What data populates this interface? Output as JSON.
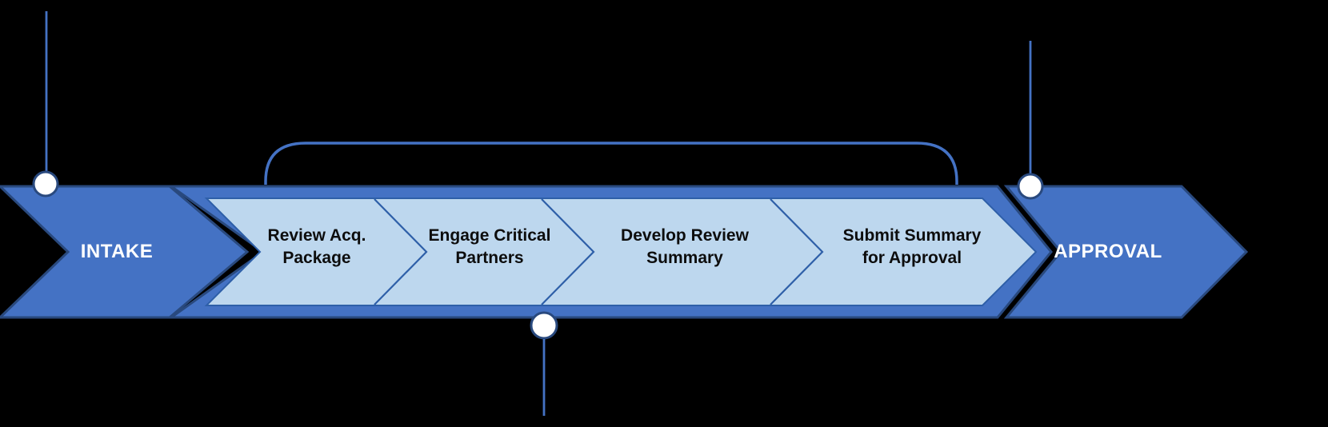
{
  "diagram": {
    "stages": [
      {
        "label": "INTAKE"
      },
      {
        "label": "APPROVAL"
      }
    ],
    "steps": [
      {
        "line1": "Review Acq.",
        "line2": "Package"
      },
      {
        "line1": "Engage Critical",
        "line2": "Partners"
      },
      {
        "line1": "Develop Review",
        "line2": "Summary"
      },
      {
        "line1": "Submit Summary",
        "line2": "for Approval"
      }
    ],
    "colors": {
      "primary_blue": "#4472C4",
      "light_blue": "#BDD7EE",
      "dark_border": "#29497E",
      "inner_border": "#2E5FA8",
      "callout_fill": "#FFFFFF",
      "background": "#000000",
      "step_text": "#0D0D0D",
      "stage_text": "#FFFFFF"
    }
  }
}
